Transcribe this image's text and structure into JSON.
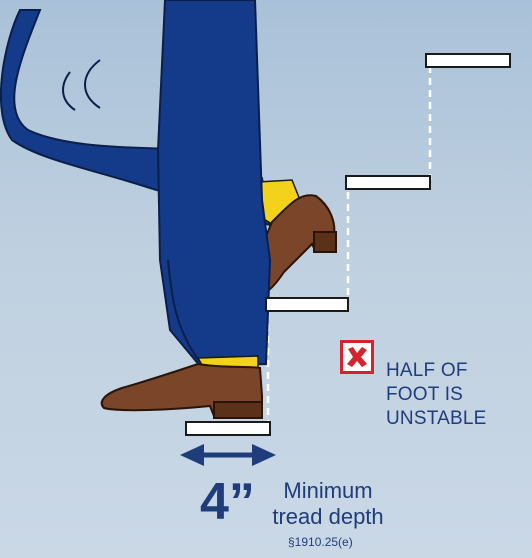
{
  "warning": {
    "lines": [
      "HALF OF",
      "FOOT IS",
      "UNSTABLE"
    ],
    "icon": "x-mark-icon",
    "color": "#d4232c"
  },
  "measurement": {
    "value": "4”",
    "label_lines": [
      "Minimum",
      "tread depth"
    ],
    "citation": "§1910.25(e)"
  },
  "colors": {
    "text": "#1f3d7a",
    "pants": "#143a8a",
    "shoe": "#7a4528",
    "sock": "#f3d21c",
    "tread": "#ffffff"
  }
}
